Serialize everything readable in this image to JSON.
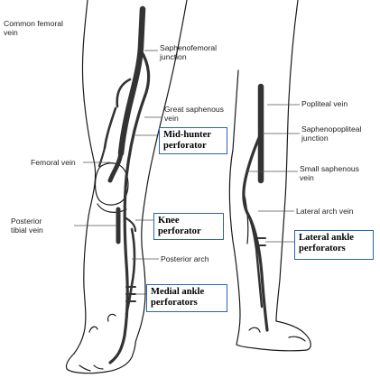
{
  "labels": {
    "common_femoral_vein": [
      "Common femoral",
      "vein"
    ],
    "saphenofemoral_junction": [
      "Saphenofemoral",
      "junction"
    ],
    "great_saphenous_vein": [
      "Great saphenous",
      "vein"
    ],
    "femoral_vein": "Femoral vein",
    "posterior_tibial_vein": [
      "Posterior",
      "tibial vein"
    ],
    "posterior_arch": "Posterior arch",
    "popliteal_vein": "Popliteal vein",
    "saphenopopliteal_junction": [
      "Saphenopopliteal",
      "junction"
    ],
    "small_saphenous_vein": [
      "Small saphenous",
      "vein"
    ],
    "lateral_arch_vein": "Lateral arch vein"
  },
  "boxes": {
    "mid_hunter_perforator": [
      "Mid-hunter",
      "perforator"
    ],
    "knee_perforator": [
      "Knee",
      "perforator"
    ],
    "lateral_ankle_perforators": [
      "Lateral ankle",
      "perforators"
    ],
    "medial_ankle_perforators": [
      "Medial ankle",
      "perforators"
    ]
  },
  "colors": {
    "box_border": "#2b63b5",
    "vein": "#333333",
    "outline": "#1a1a1a",
    "leader": "#555555",
    "text": "#222222"
  }
}
